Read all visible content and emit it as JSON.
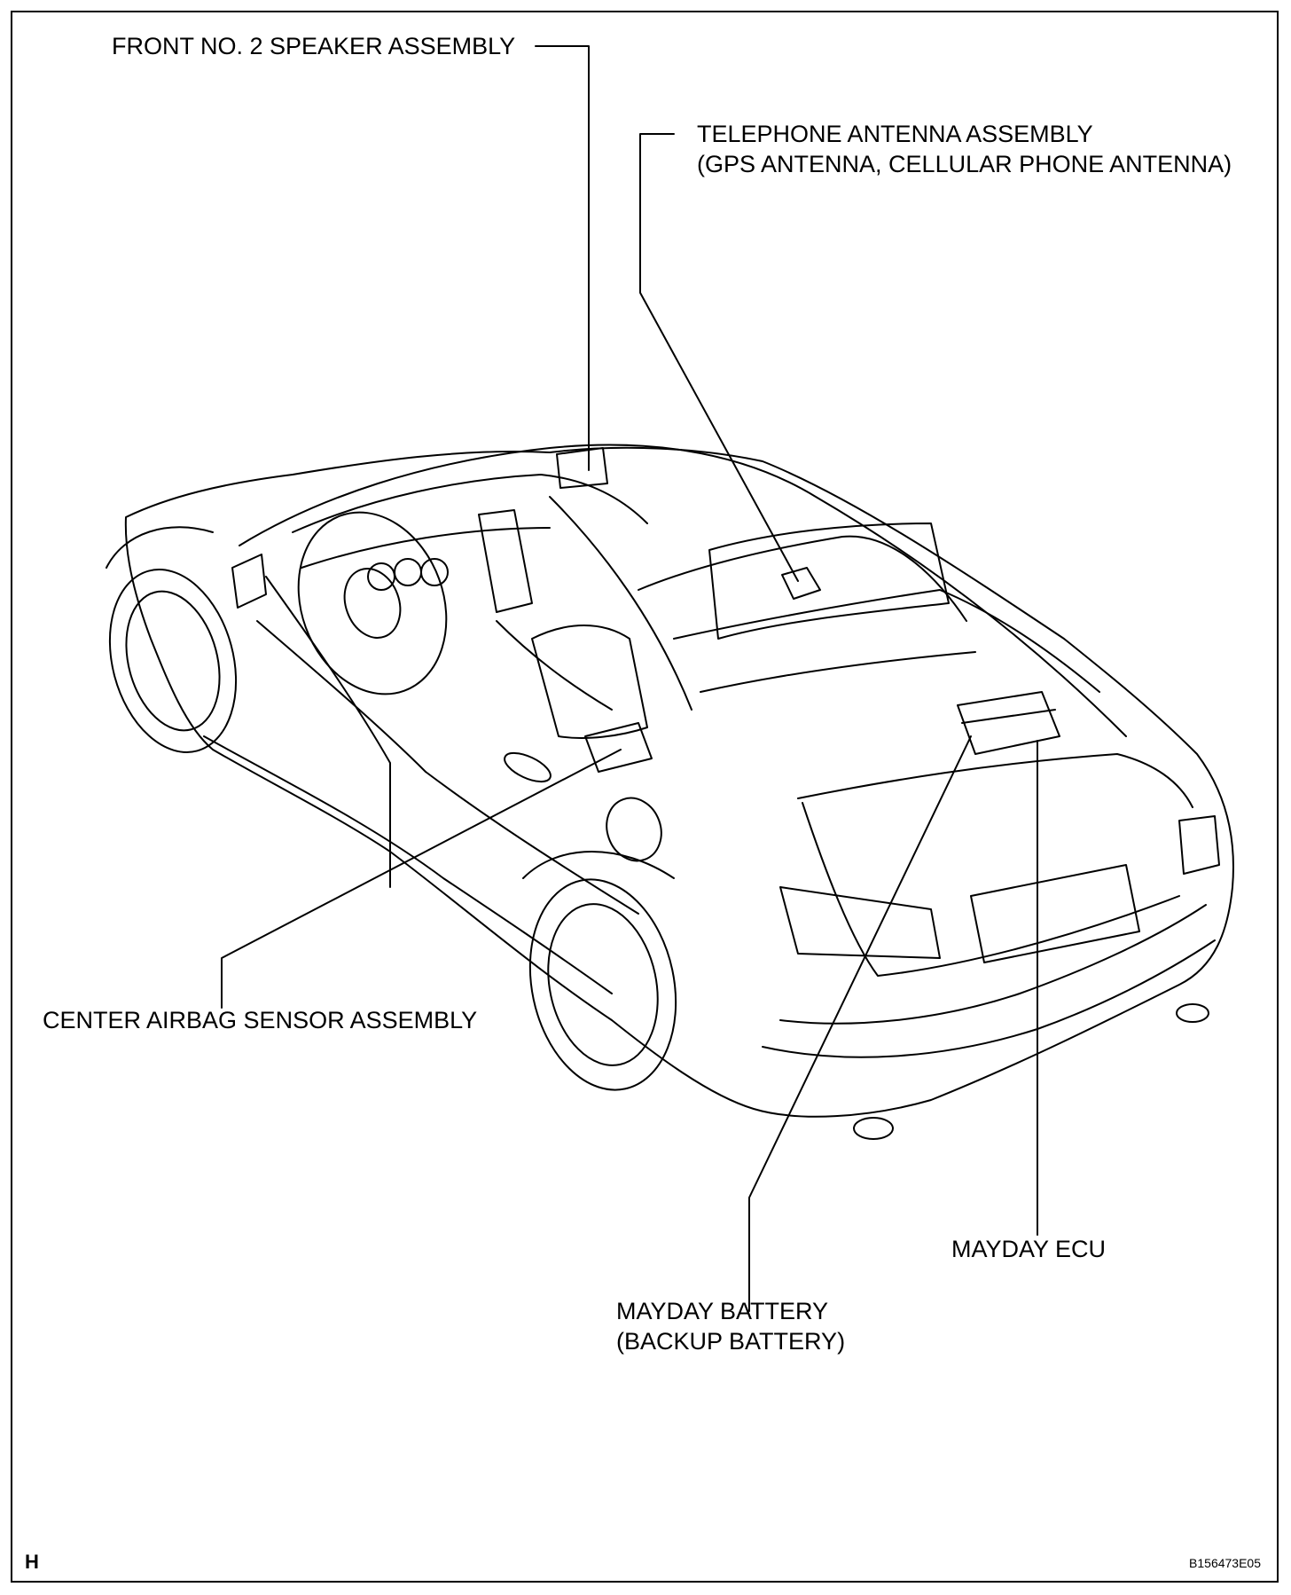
{
  "labels": {
    "front_speaker": "FRONT NO. 2 SPEAKER ASSEMBLY",
    "telephone_antenna_line1": "TELEPHONE ANTENNA ASSEMBLY",
    "telephone_antenna_line2": "(GPS ANTENNA, CELLULAR PHONE ANTENNA)",
    "center_airbag": "CENTER AIRBAG SENSOR ASSEMBLY",
    "mayday_ecu": "MAYDAY ECU",
    "mayday_battery_line1": "MAYDAY BATTERY",
    "mayday_battery_line2": "(BACKUP BATTERY)"
  },
  "corner_mark": "H",
  "figure_id": "B156473E05",
  "line_color": "#000000"
}
